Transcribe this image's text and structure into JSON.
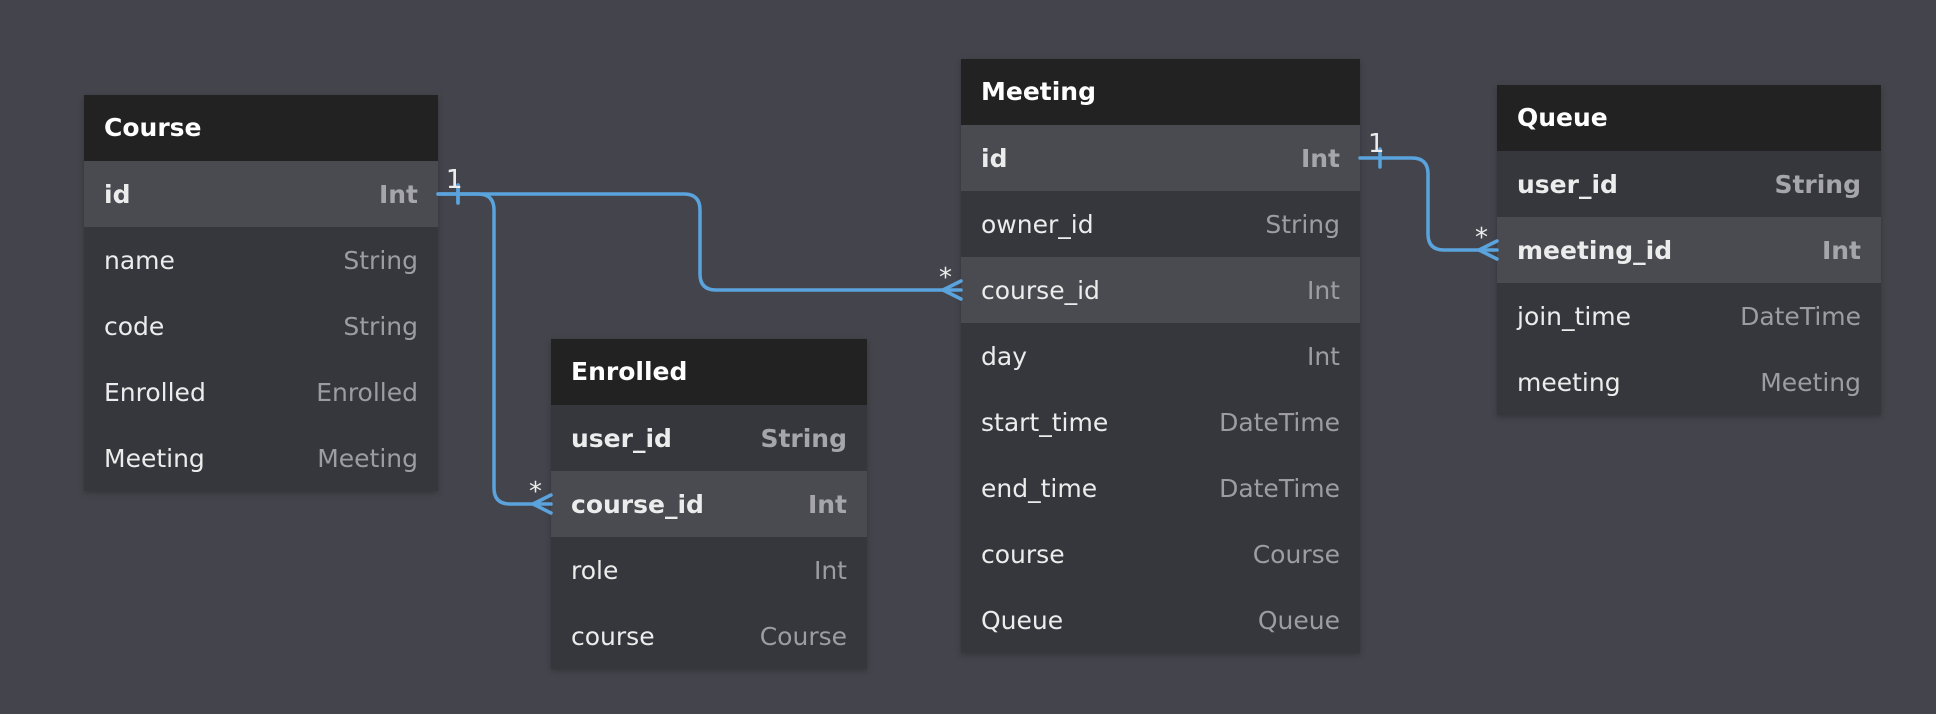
{
  "tables": [
    {
      "id": "course",
      "title": "Course",
      "fields": [
        {
          "name": "id",
          "type": "Int",
          "key": true,
          "highlight": true
        },
        {
          "name": "name",
          "type": "String"
        },
        {
          "name": "code",
          "type": "String"
        },
        {
          "name": "Enrolled",
          "type": "Enrolled"
        },
        {
          "name": "Meeting",
          "type": "Meeting"
        }
      ]
    },
    {
      "id": "enrolled",
      "title": "Enrolled",
      "fields": [
        {
          "name": "user_id",
          "type": "String",
          "key": true
        },
        {
          "name": "course_id",
          "type": "Int",
          "key": true,
          "highlight": true
        },
        {
          "name": "role",
          "type": "Int"
        },
        {
          "name": "course",
          "type": "Course"
        }
      ]
    },
    {
      "id": "meeting",
      "title": "Meeting",
      "fields": [
        {
          "name": "id",
          "type": "Int",
          "key": true,
          "highlight": true
        },
        {
          "name": "owner_id",
          "type": "String"
        },
        {
          "name": "course_id",
          "type": "Int",
          "highlight": true
        },
        {
          "name": "day",
          "type": "Int"
        },
        {
          "name": "start_time",
          "type": "DateTime"
        },
        {
          "name": "end_time",
          "type": "DateTime"
        },
        {
          "name": "course",
          "type": "Course"
        },
        {
          "name": "Queue",
          "type": "Queue"
        }
      ]
    },
    {
      "id": "queue",
      "title": "Queue",
      "fields": [
        {
          "name": "user_id",
          "type": "String",
          "key": true
        },
        {
          "name": "meeting_id",
          "type": "Int",
          "key": true,
          "highlight": true
        },
        {
          "name": "join_time",
          "type": "DateTime"
        },
        {
          "name": "meeting",
          "type": "Meeting"
        }
      ]
    }
  ],
  "relations": [
    {
      "from_table": "course",
      "from_field": "id",
      "to_table": "meeting",
      "to_field": "course_id",
      "from_label": "1",
      "to_label": "*"
    },
    {
      "from_table": "course",
      "from_field": "id",
      "to_table": "enrolled",
      "to_field": "course_id",
      "from_label": "1",
      "to_label": "*"
    },
    {
      "from_table": "meeting",
      "from_field": "id",
      "to_table": "queue",
      "to_field": "meeting_id",
      "from_label": "1",
      "to_label": "*"
    }
  ],
  "colors": {
    "background": "#44454c",
    "header": "#222222",
    "row": "#36373d",
    "row_highlight": "#4a4b51",
    "link": "#5aa3dd"
  }
}
